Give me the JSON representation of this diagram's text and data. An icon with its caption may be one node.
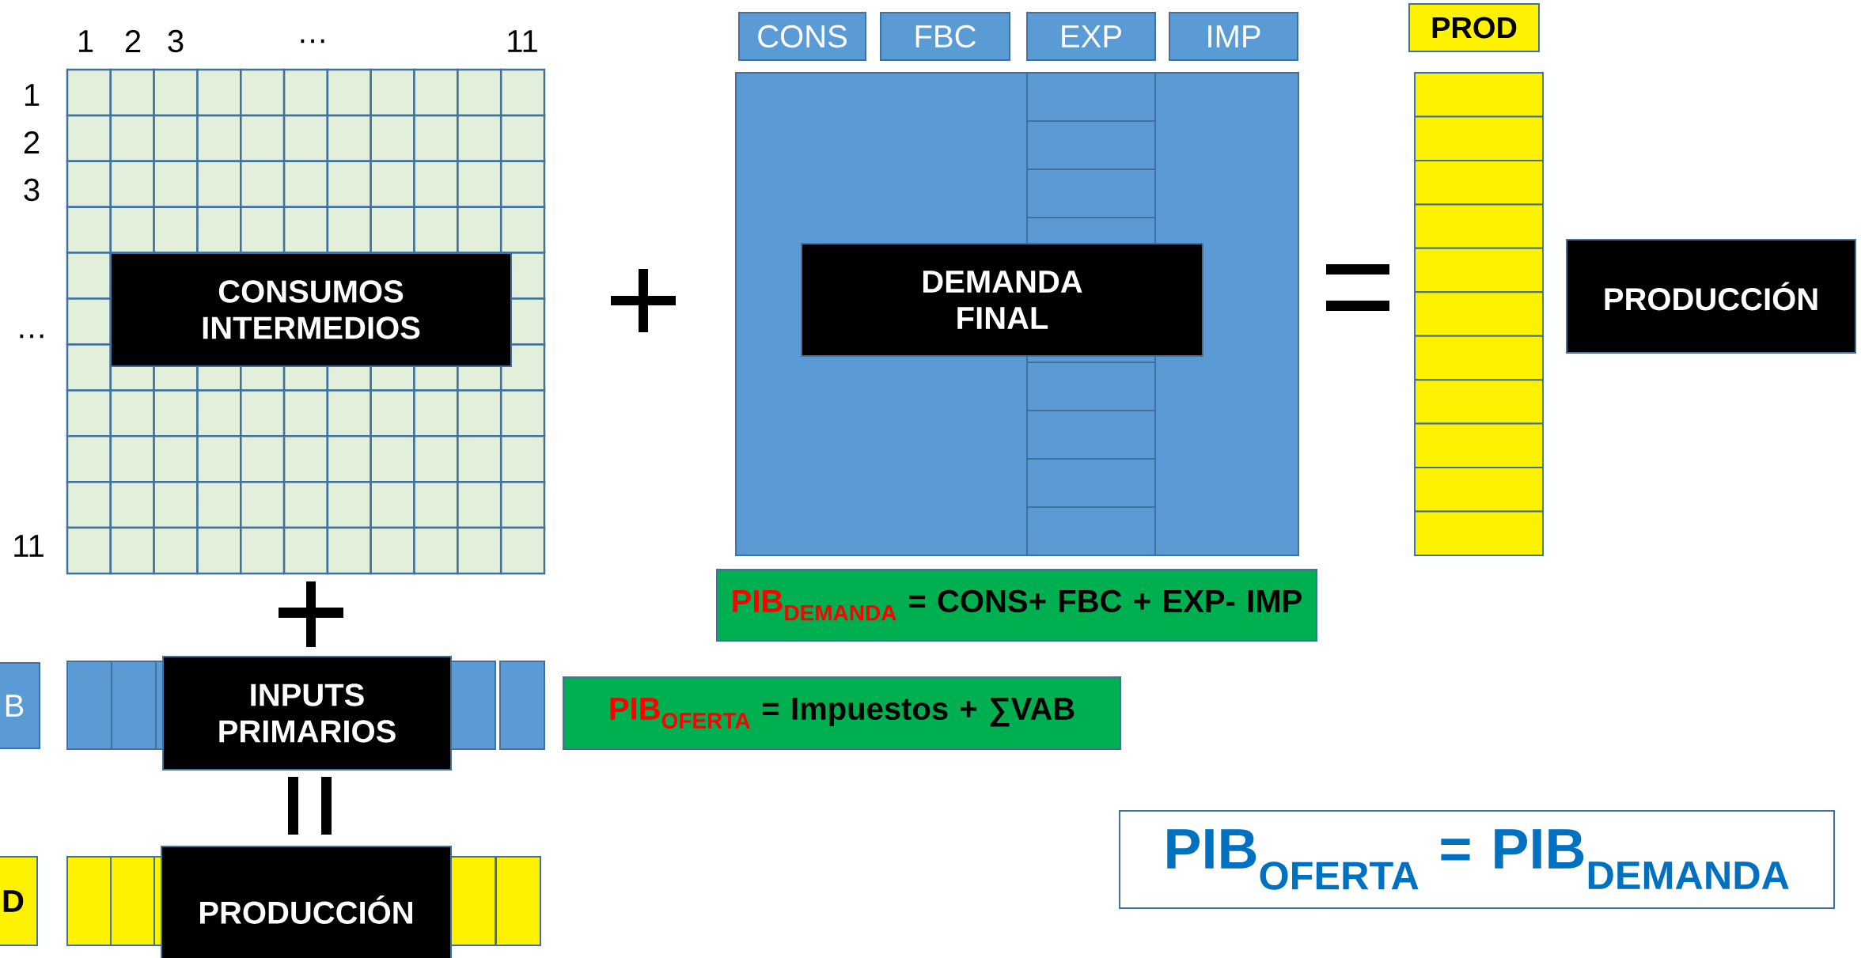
{
  "diagram": {
    "nodes": [
      {
        "text": [
          "CONSUMOS INTERMEDIOS"
        ]
      },
      {
        "text": [
          "CONS"
        ]
      },
      {
        "text": [
          "FBC"
        ]
      },
      {
        "text": [
          "EXP"
        ]
      },
      {
        "text": [
          "IMP"
        ]
      },
      {
        "text": [
          "DEMANDA FINAL"
        ]
      },
      {
        "text": [
          "PROD"
        ]
      },
      {
        "text": [
          "PRODUCCIÓN"
        ]
      },
      {
        "text": [
          "PIB$_{DEMANDA}$",
          "= CONS+ FBC + EXP- IMP"
        ]
      },
      {
        "text": [
          "B"
        ]
      },
      {
        "text": [
          "INPUTS PRIMARIOS"
        ]
      },
      {
        "text": [
          "PIB$_{OFERTA}$",
          "= Impuestos + ∑VAB"
        ]
      },
      {
        "text": [
          "D"
        ]
      },
      {
        "text": [
          "PRODUCCIÓN"
        ]
      },
      {
        "text": [
          "PIB$_{OFERTA}$ = PIB$_{DEMANDA}$"
        ]
      }
    ],
    "labels": [
      "1",
      "2",
      "3",
      "…",
      "11",
      "1",
      "2",
      "3",
      "…",
      "11"
    ]
  }
}
